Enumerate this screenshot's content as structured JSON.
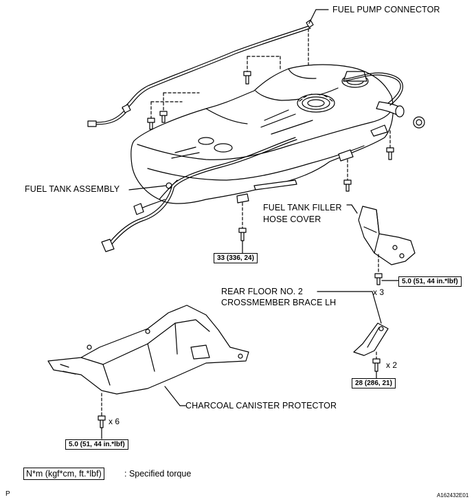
{
  "labels": {
    "fuel_pump_connector": "FUEL PUMP CONNECTOR",
    "fuel_tank_assembly": "FUEL TANK ASSEMBLY",
    "filler_hose_cover_1": "FUEL TANK FILLER",
    "filler_hose_cover_2": "HOSE COVER",
    "brace_1": "REAR FLOOR NO. 2",
    "brace_2": "CROSSMEMBER BRACE LH",
    "canister_protector": "CHARCOAL CANISTER PROTECTOR"
  },
  "torques": {
    "tank": "33 (336, 24)",
    "cover": "5.0 (51, 44 in.*lbf)",
    "brace": "28 (286, 21)",
    "protector": "5.0 (51, 44 in.*lbf)"
  },
  "quantities": {
    "cover": "x 3",
    "brace": "x 2",
    "protector": "x 6"
  },
  "legend": {
    "unit": "N*m (kgf*cm, ft.*lbf)",
    "meaning": ": Specified torque"
  },
  "footer": {
    "page_letter": "P",
    "figure_code": "A162432E01"
  }
}
